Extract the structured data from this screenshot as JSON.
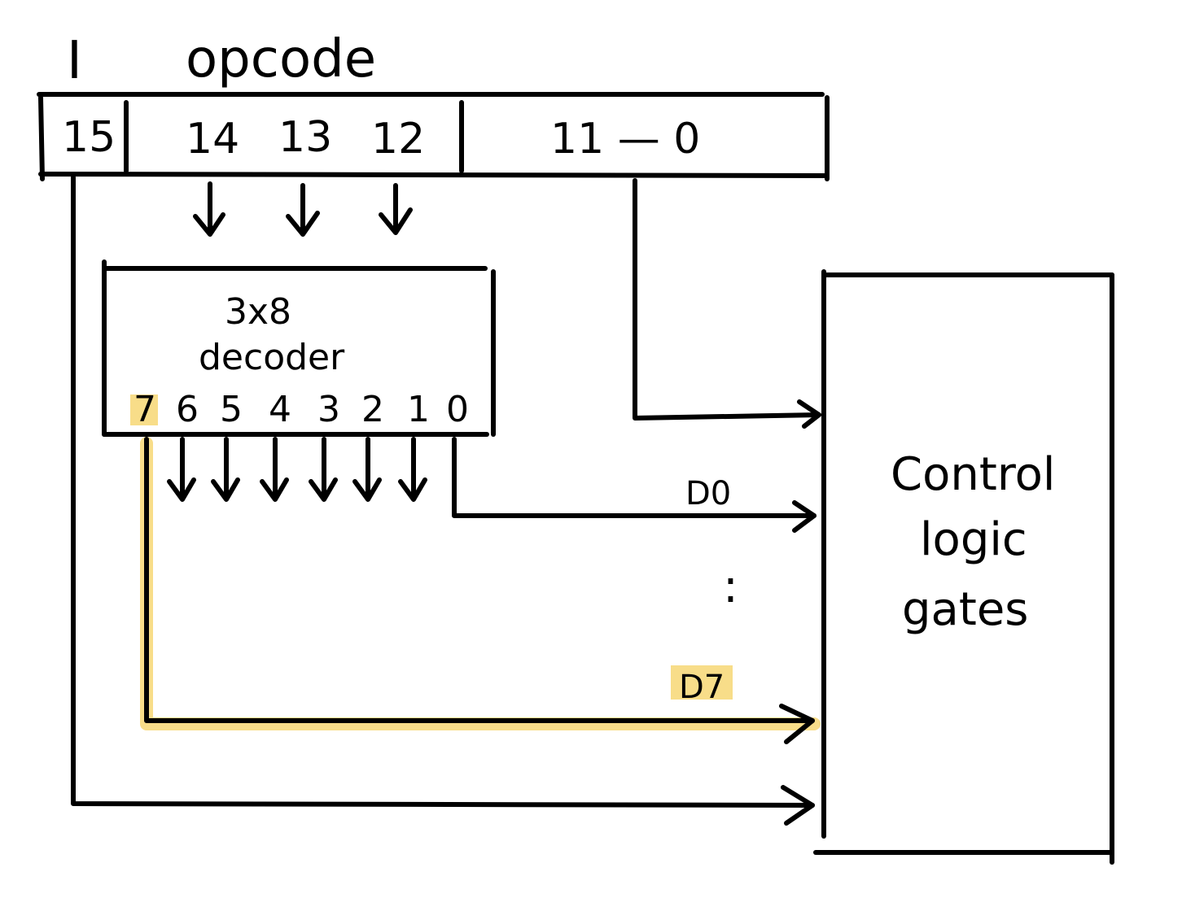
{
  "register": {
    "label_i": "I",
    "label_opcode": "opcode",
    "bit_15": "15",
    "bit_14": "14",
    "bit_13": "13",
    "bit_12": "12",
    "bits_address": "11 — 0"
  },
  "decoder": {
    "title_line1": "3x8",
    "title_line2": "decoder",
    "outputs": [
      "7",
      "6",
      "5",
      "4",
      "3",
      "2",
      "1",
      "0"
    ]
  },
  "signals": {
    "d0": "D0",
    "d7": "D7",
    "ellipsis": ":"
  },
  "control": {
    "line1": "Control",
    "line2": "logic",
    "line3": "gates"
  },
  "colors": {
    "highlight": "#f7d774",
    "ink": "#000000"
  }
}
